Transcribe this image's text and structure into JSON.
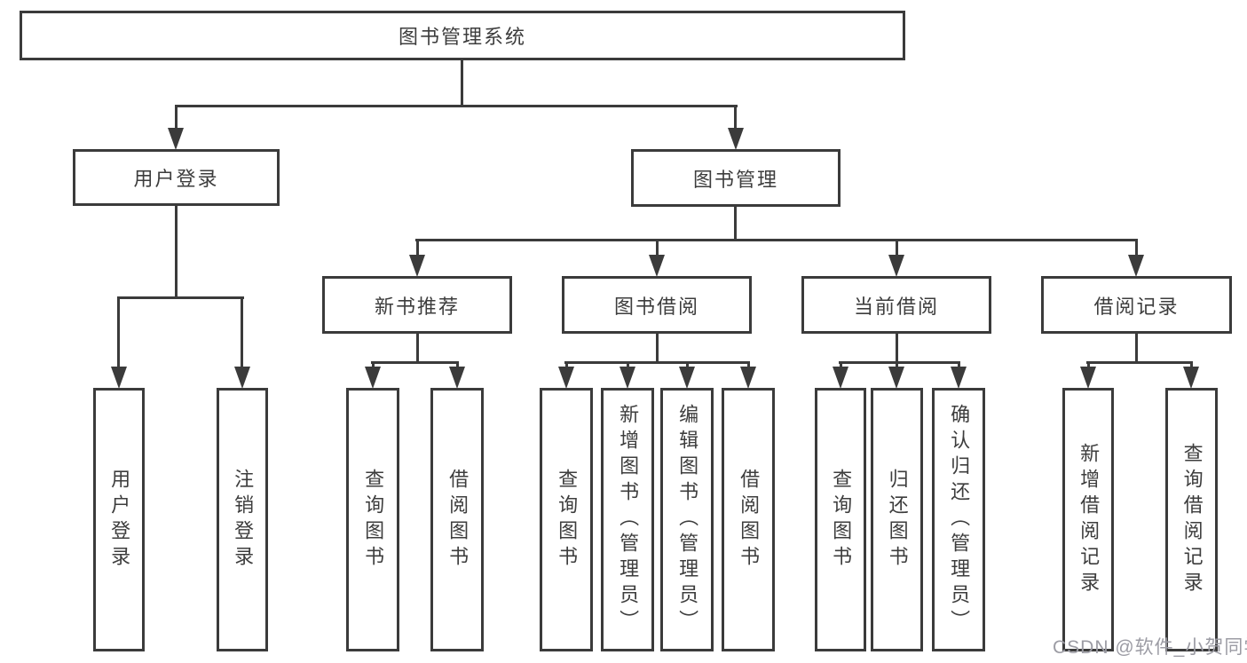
{
  "diagram": {
    "root": {
      "label": "图书管理系统"
    },
    "level2": [
      {
        "label": "用户登录"
      },
      {
        "label": "图书管理"
      }
    ],
    "level3": [
      {
        "label": "新书推荐",
        "parent": "图书管理"
      },
      {
        "label": "图书借阅",
        "parent": "图书管理"
      },
      {
        "label": "当前借阅",
        "parent": "图书管理"
      },
      {
        "label": "借阅记录",
        "parent": "图书管理"
      }
    ],
    "leaves": [
      {
        "label": "用户登录",
        "parent": "用户登录"
      },
      {
        "label": "注销登录",
        "parent": "用户登录"
      },
      {
        "label": "查询图书",
        "parent": "新书推荐"
      },
      {
        "label": "借阅图书",
        "parent": "新书推荐"
      },
      {
        "label": "查询图书",
        "parent": "图书借阅"
      },
      {
        "label": "新增图书（管理员）",
        "parent": "图书借阅"
      },
      {
        "label": "编辑图书（管理员）",
        "parent": "图书借阅"
      },
      {
        "label": "借阅图书",
        "parent": "图书借阅"
      },
      {
        "label": "查询图书",
        "parent": "当前借阅"
      },
      {
        "label": "归还图书",
        "parent": "当前借阅"
      },
      {
        "label": "确认归还（管理员）",
        "parent": "当前借阅"
      },
      {
        "label": "新增借阅记录",
        "parent": "借阅记录"
      },
      {
        "label": "查询借阅记录",
        "parent": "借阅记录"
      }
    ]
  },
  "watermark": {
    "text": "CSDN @软件_小贺同学"
  },
  "colors": {
    "line": "#3b3b3b",
    "text": "#3d3d3d",
    "background": "#ffffff",
    "watermark": "#9c9ca4"
  }
}
